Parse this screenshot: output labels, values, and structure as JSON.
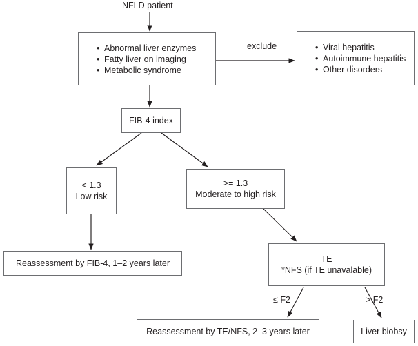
{
  "diagram": {
    "title": "NFLD patient",
    "nodes": {
      "criteria": {
        "lines": [
          "Abnormal liver enzymes",
          "Fatty liver on imaging",
          "Metabolic syndrome"
        ]
      },
      "exclusions": {
        "lines": [
          "Viral hepatitis",
          "Autoimmune hepatitis",
          "Other disorders"
        ]
      },
      "fib4": {
        "lines": [
          "FIB-4 index"
        ]
      },
      "low_risk": {
        "lines": [
          "< 1.3",
          "Low risk"
        ]
      },
      "high_risk": {
        "lines": [
          ">= 1.3",
          "Moderate to high risk"
        ]
      },
      "reassess_fib4": {
        "lines": [
          "Reassessment by FIB-4, 1–2 years later"
        ]
      },
      "te": {
        "lines": [
          "TE",
          "*NFS (if TE unavalable)"
        ]
      },
      "reassess_te": {
        "lines": [
          "Reassessment by TE/NFS, 2–3 years later"
        ]
      },
      "biopsy": {
        "lines": [
          "Liver biobsy"
        ]
      }
    },
    "edge_labels": {
      "exclude": "exclude",
      "f2_low": "≤ F2",
      "f2_high": "> F2"
    },
    "colors": {
      "stroke": "#6d6e71",
      "arrow": "#231f20",
      "text": "#231f20",
      "background": "#ffffff"
    }
  }
}
